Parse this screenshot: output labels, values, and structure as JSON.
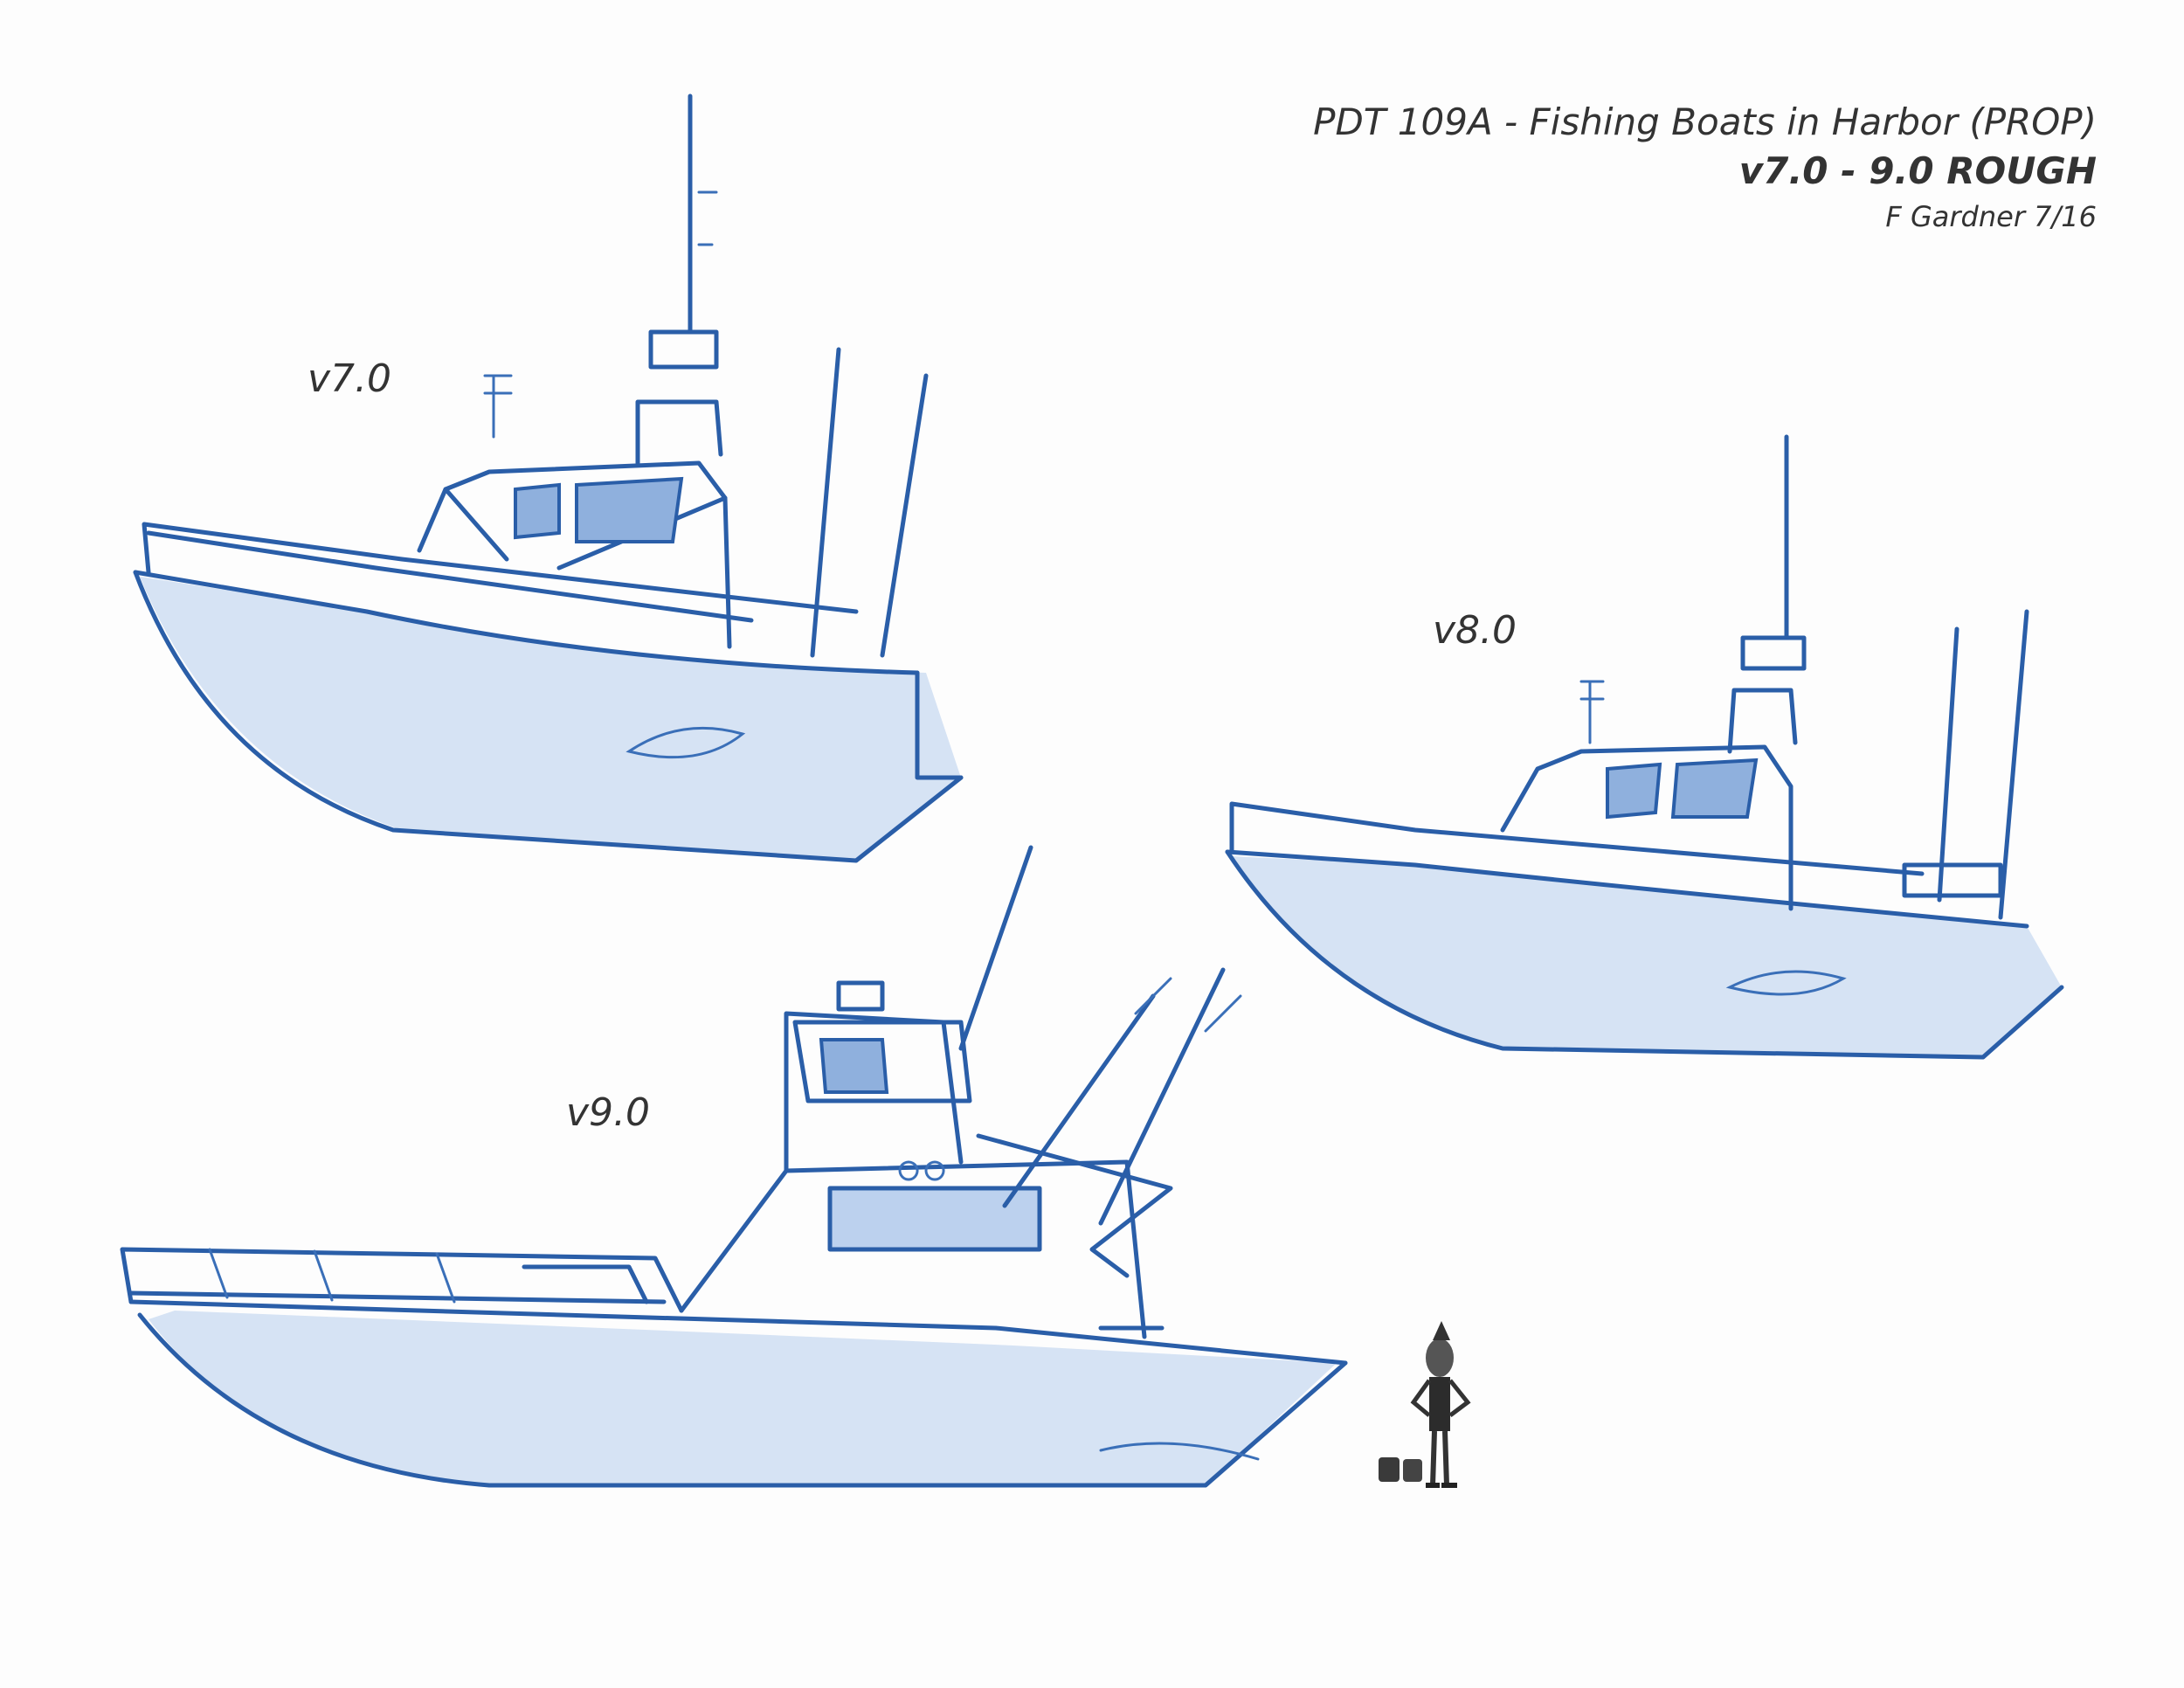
{
  "sheet": {
    "title": "PDT 109A - Fishing Boats in Harbor (PROP)",
    "subtitle": "v7.0 - 9.0 ROUGH",
    "credit": "F Gardner 7/16"
  },
  "versions": {
    "v7": "v7.0",
    "v8": "v8.0",
    "v9": "v9.0"
  },
  "colors": {
    "pencil": "#2a5ea8",
    "shading": "#d6e3f4",
    "label_ink": "#333333"
  }
}
